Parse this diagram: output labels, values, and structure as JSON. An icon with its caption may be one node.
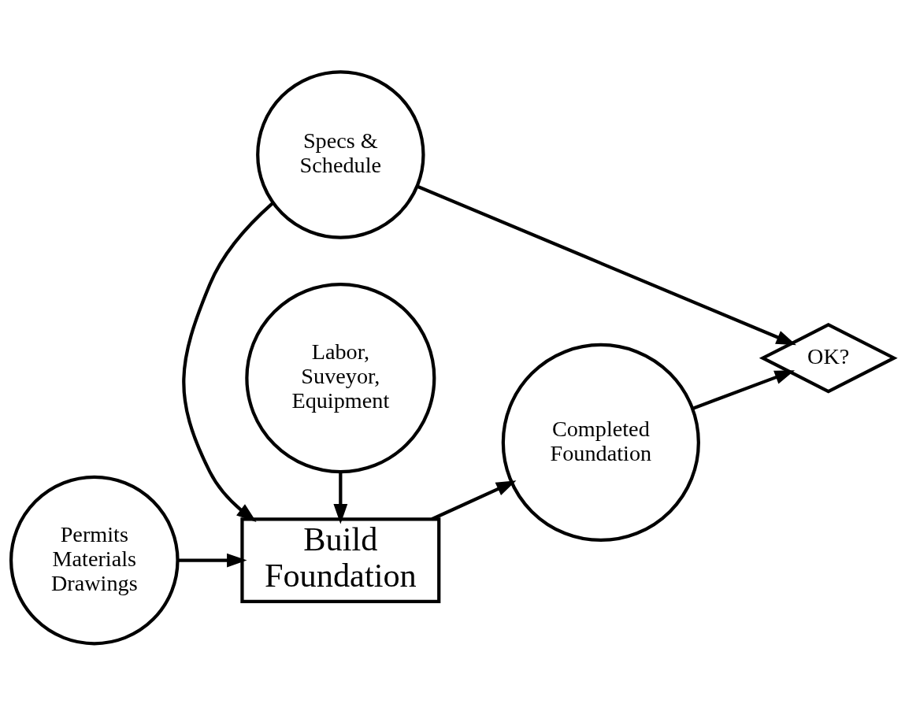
{
  "diagram": {
    "nodes": [
      {
        "text": [
          "Specs & Schedule"
        ]
      },
      {
        "text": [
          "OK?"
        ]
      },
      {
        "text": [
          "Permits Materials Drawings"
        ]
      },
      {
        "text": [
          "Build Foundation"
        ]
      },
      {
        "text": [
          "Completed Foundation"
        ]
      },
      {
        "text": [
          "Labor, Suveyor, Equipment"
        ]
      }
    ],
    "edges": [
      {
        "from": 0,
        "to": 1,
        "arrow": "to"
      },
      {
        "from": 0,
        "to": 3,
        "arrow": "to"
      },
      {
        "from": 2,
        "to": 3,
        "arrow": "to"
      },
      {
        "from": 3,
        "to": 4,
        "arrow": "to"
      },
      {
        "from": 4,
        "to": 1,
        "arrow": "to"
      },
      {
        "from": 5,
        "to": 3,
        "arrow": "to"
      }
    ]
  }
}
